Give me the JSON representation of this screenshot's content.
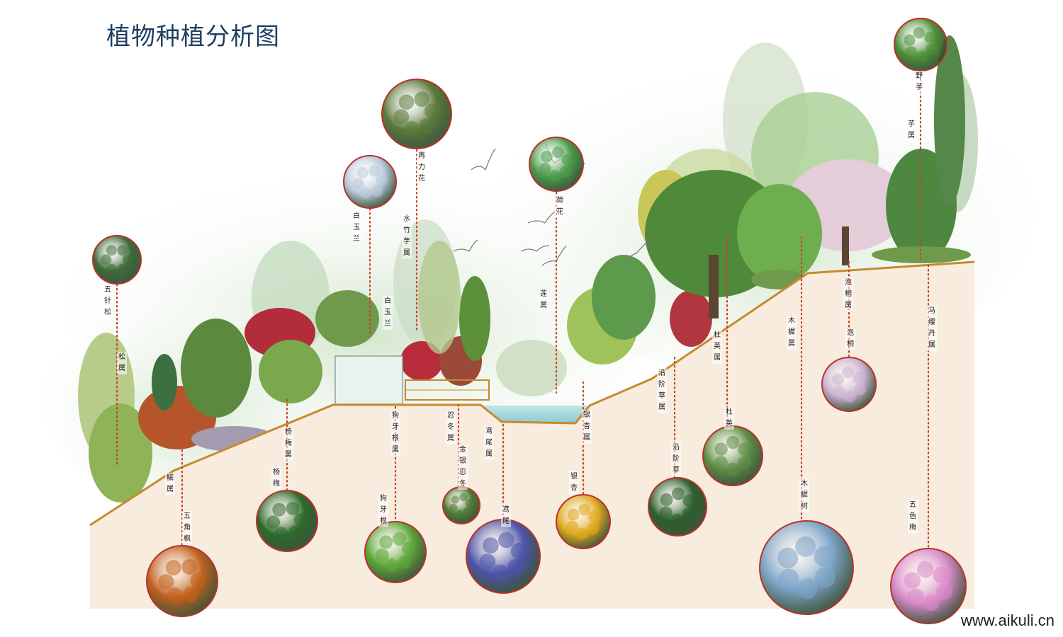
{
  "title": "植物种植分析图",
  "watermark": "www.aikuli.cn",
  "colors": {
    "title": "#1f3f62",
    "leader": "#c8442a",
    "ground_fill": "#f8ecde",
    "ground_edge": "#c78a2e",
    "water": "#9fd6d8"
  },
  "plants": [
    {
      "id": "wuzhensong",
      "labels": [
        "五针松",
        "松属"
      ],
      "photo": "pine-needles",
      "tone": "#3f6b3a"
    },
    {
      "id": "wujiaofeng",
      "labels": [
        "槭属",
        "五角枫"
      ],
      "photo": "autumn-maple",
      "tone": "#c2611e"
    },
    {
      "id": "yangmei",
      "labels": [
        "杨梅属",
        "杨梅"
      ],
      "photo": "red-berries",
      "tone": "#2e6a2c"
    },
    {
      "id": "baiyulan",
      "labels": [
        "白玉兰",
        "白玉兰"
      ],
      "photo": "white-magnolia",
      "tone": "#b9c9d9"
    },
    {
      "id": "zailihua",
      "labels": [
        "再力花",
        "水竹芋属"
      ],
      "photo": "purple-spike-flower",
      "tone": "#5b7a3a"
    },
    {
      "id": "gouyagen",
      "labels": [
        "狗牙根属",
        "狗牙根"
      ],
      "photo": "lawn-grass",
      "tone": "#5da63a"
    },
    {
      "id": "jinyinhua",
      "labels": [
        "忍冬属",
        "金银忍冬"
      ],
      "photo": "honeysuckle",
      "tone": "#4f7a34"
    },
    {
      "id": "yuanwei",
      "labels": [
        "鸢尾属",
        "鸢尾"
      ],
      "photo": "iris",
      "tone": "#4c54a8"
    },
    {
      "id": "hehua",
      "labels": [
        "荷花",
        "莲属"
      ],
      "photo": "lotus",
      "tone": "#4c9a4a"
    },
    {
      "id": "yinxing",
      "labels": [
        "银杏属",
        "银杏"
      ],
      "photo": "ginkgo",
      "tone": "#e0a81e"
    },
    {
      "id": "yanjiecao",
      "labels": [
        "沿阶草属",
        "沿阶草"
      ],
      "photo": "mondo-grass",
      "tone": "#2e5f2e"
    },
    {
      "id": "duying",
      "labels": [
        "杜英属",
        "杜英"
      ],
      "photo": "elaeocarpus",
      "tone": "#5f8d46"
    },
    {
      "id": "muxi",
      "labels": [
        "木樨属",
        "木樨树"
      ],
      "photo": "osmanthus",
      "tone": "#7ea4c8"
    },
    {
      "id": "paotong",
      "labels": [
        "泡桐属",
        "泡桐"
      ],
      "photo": "paulownia",
      "tone": "#cbb4d2"
    },
    {
      "id": "yeyu",
      "labels": [
        "野芋",
        "芋属"
      ],
      "photo": "taro-leaves",
      "tone": "#4f8f3a"
    },
    {
      "id": "wusemei",
      "labels": [
        "马缨丹属",
        "五色梅"
      ],
      "photo": "lantana",
      "tone": "#d889c8"
    }
  ]
}
